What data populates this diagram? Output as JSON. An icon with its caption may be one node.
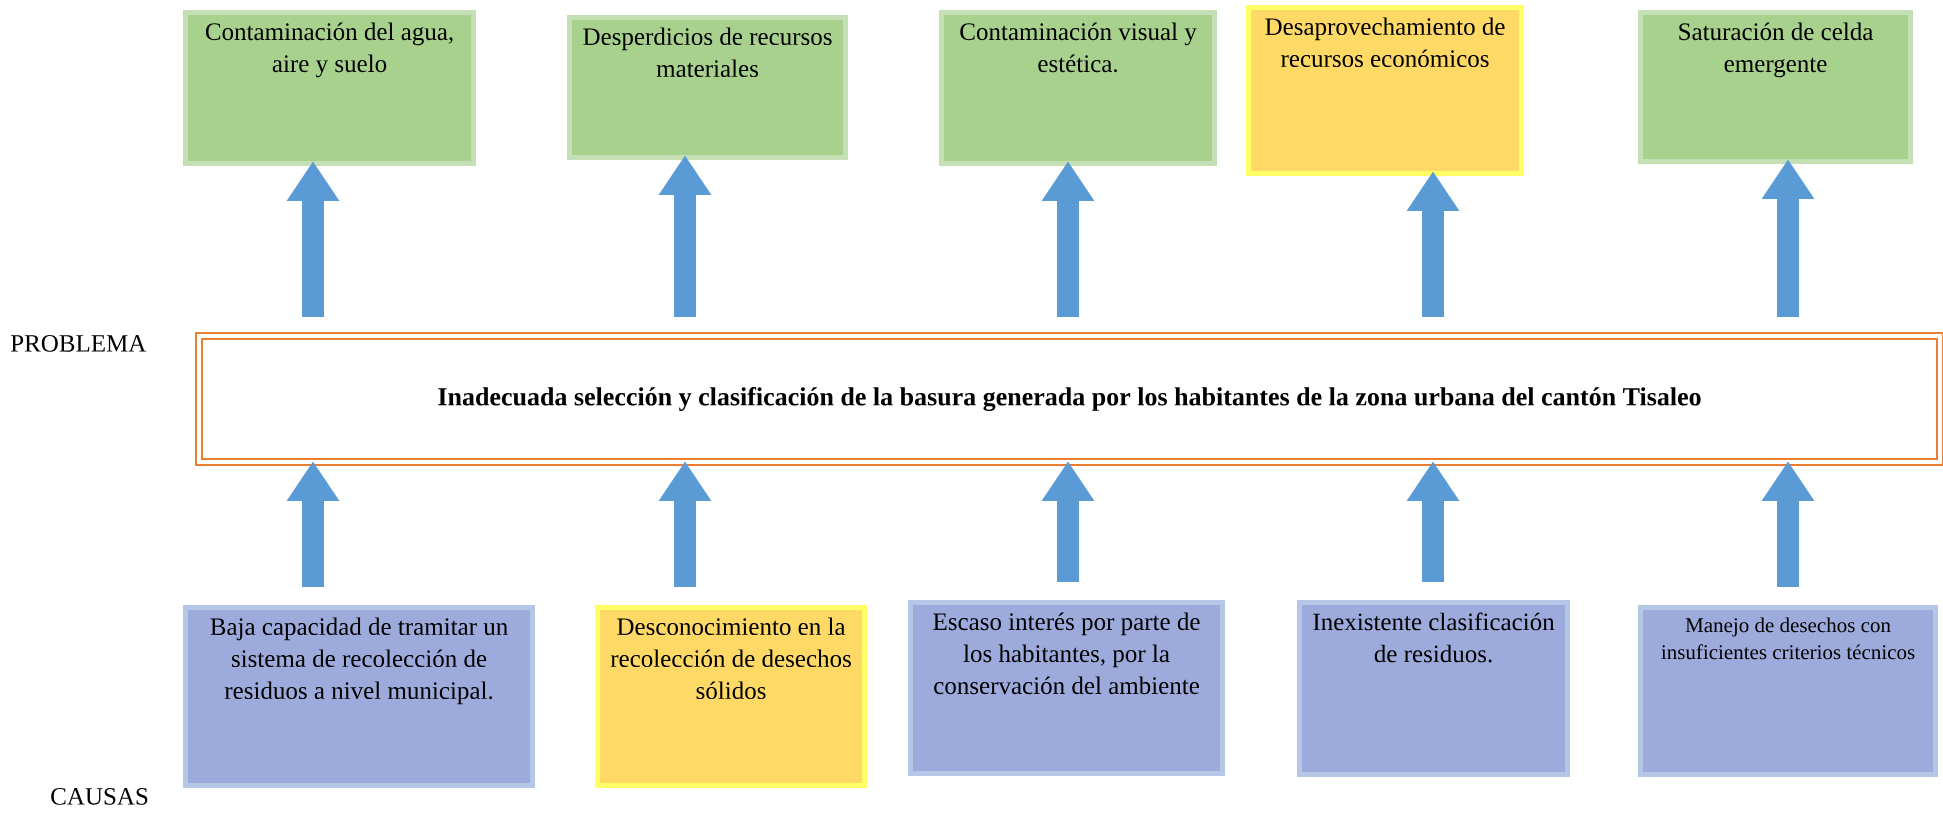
{
  "diagram": {
    "nodes": [
      {
        "text": [
          "Contaminación del agua, aire y suelo"
        ]
      },
      {
        "text": [
          "Desperdicios de recursos materiales"
        ]
      },
      {
        "text": [
          "Contaminación visual y estética."
        ]
      },
      {
        "text": [
          "Desaprovechamiento de recursos económicos"
        ]
      },
      {
        "text": [
          "Saturación de celda emergente"
        ]
      },
      {
        "text": [
          "Inadecuada selección y clasificación de la basura generada por los habitantes de la zona urbana del cantón Tisaleo"
        ]
      },
      {
        "text": [
          "Baja capacidad de tramitar un sistema de recolección de residuos a nivel municipal."
        ]
      },
      {
        "text": [
          "Desconocimiento en la recolección de desechos sólidos"
        ]
      },
      {
        "text": [
          "Escaso  interés por parte de los habitantes, por la conservación del ambiente"
        ]
      },
      {
        "text": [
          "Inexistente clasificación de residuos."
        ]
      },
      {
        "text": [
          "Manejo de desechos con insuficientes criterios técnicos"
        ]
      }
    ],
    "edges": [
      {
        "from": 5,
        "to": 0,
        "arrow": "to"
      },
      {
        "from": 5,
        "to": 1,
        "arrow": "to"
      },
      {
        "from": 5,
        "to": 2,
        "arrow": "to"
      },
      {
        "from": 5,
        "to": 3,
        "arrow": "to"
      },
      {
        "from": 5,
        "to": 4,
        "arrow": "to"
      },
      {
        "from": 6,
        "to": 5,
        "arrow": "to"
      },
      {
        "from": 7,
        "to": 5,
        "arrow": "to"
      },
      {
        "from": 8,
        "to": 5,
        "arrow": "to"
      },
      {
        "from": 9,
        "to": 5,
        "arrow": "to"
      },
      {
        "from": 10,
        "to": 5,
        "arrow": "to"
      }
    ],
    "labels": [
      "PROBLEMA",
      "CAUSAS"
    ]
  }
}
